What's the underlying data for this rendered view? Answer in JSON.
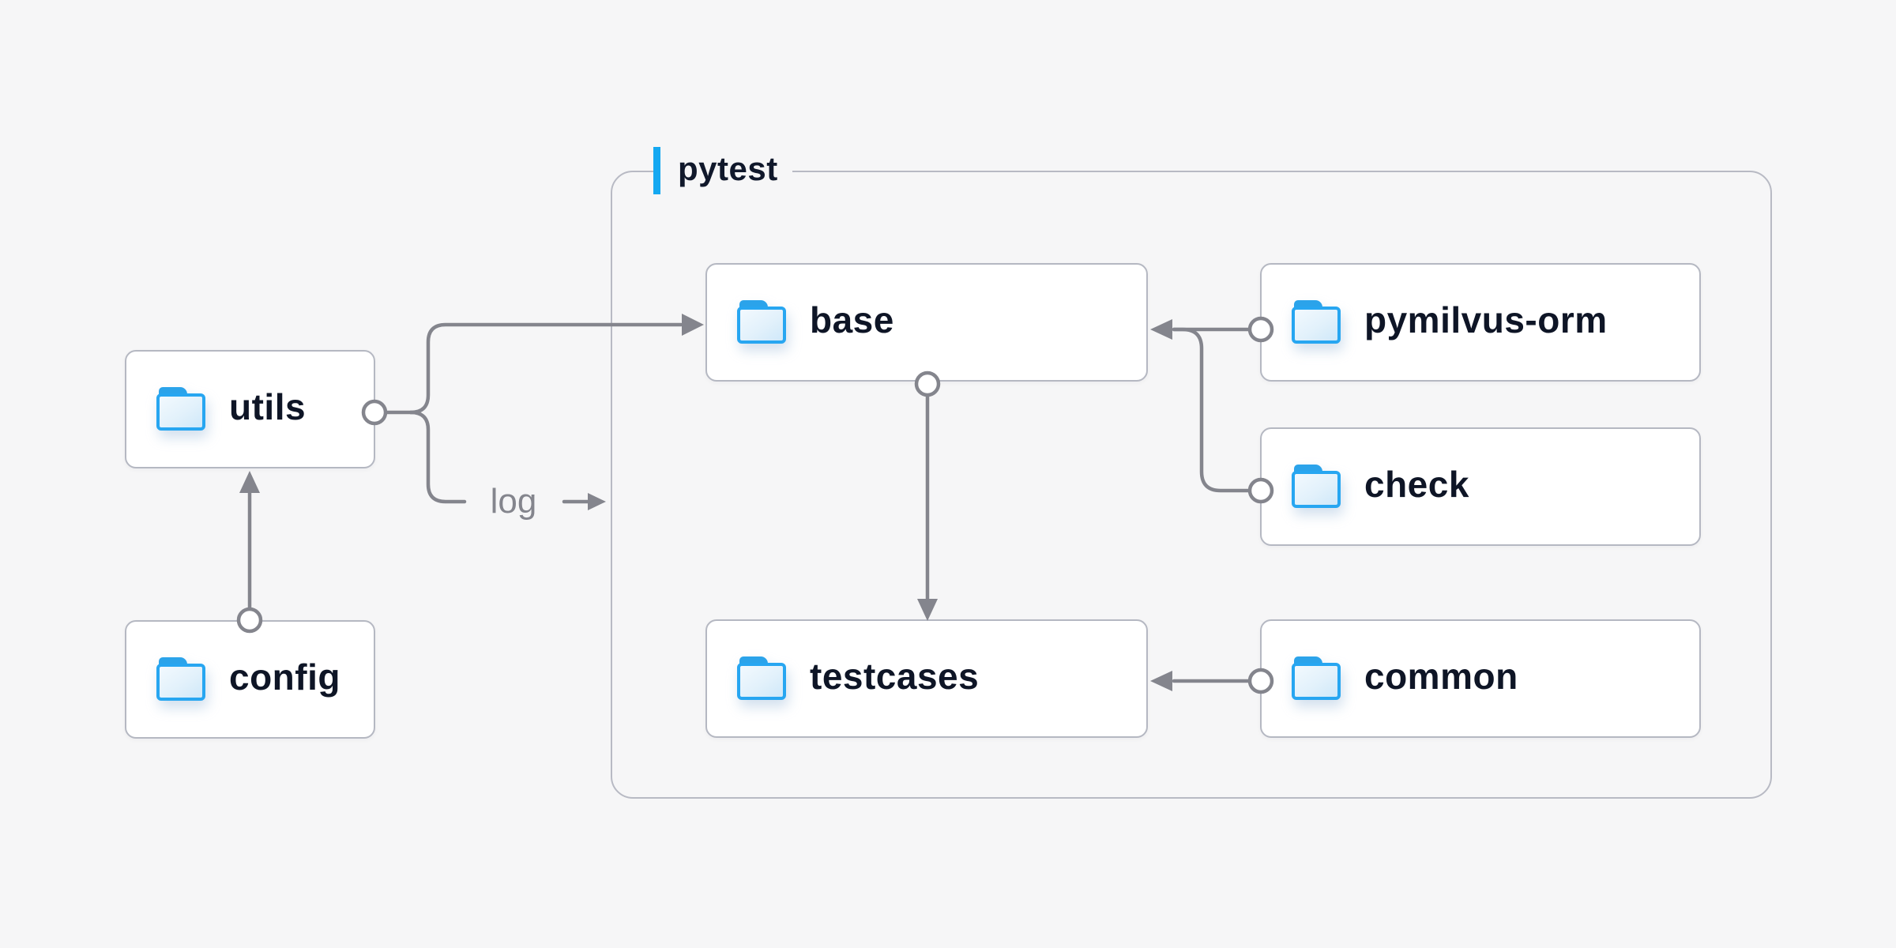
{
  "diagram": {
    "group": {
      "label": "pytest"
    },
    "nodes": [
      {
        "id": "utils",
        "label": "utils",
        "icon": "folder-icon"
      },
      {
        "id": "config",
        "label": "config",
        "icon": "folder-icon"
      },
      {
        "id": "base",
        "label": "base",
        "icon": "folder-icon"
      },
      {
        "id": "testcases",
        "label": "testcases",
        "icon": "folder-icon"
      },
      {
        "id": "pymilvus-orm",
        "label": "pymilvus-orm",
        "icon": "folder-icon"
      },
      {
        "id": "check",
        "label": "check",
        "icon": "folder-icon"
      },
      {
        "id": "common",
        "label": "common",
        "icon": "folder-icon"
      }
    ],
    "edges": [
      {
        "from": "config",
        "to": "utils",
        "label": ""
      },
      {
        "from": "utils",
        "to": "base",
        "label": ""
      },
      {
        "from": "utils",
        "to": "pytest",
        "label": "log"
      },
      {
        "from": "pymilvus-orm",
        "to": "base",
        "label": ""
      },
      {
        "from": "check",
        "to": "base",
        "label": ""
      },
      {
        "from": "base",
        "to": "testcases",
        "label": ""
      },
      {
        "from": "common",
        "to": "testcases",
        "label": ""
      }
    ],
    "colors": {
      "background": "#f6f6f7",
      "node_background": "#ffffff",
      "node_border": "#b5b8c2",
      "group_border": "#b8bac4",
      "connector_gray": "#84858d",
      "accent_blue": "#14a8f1",
      "folder_blue": "#27a6f1",
      "text_dark": "#0e1526",
      "edge_label_gray": "#84858d"
    }
  }
}
